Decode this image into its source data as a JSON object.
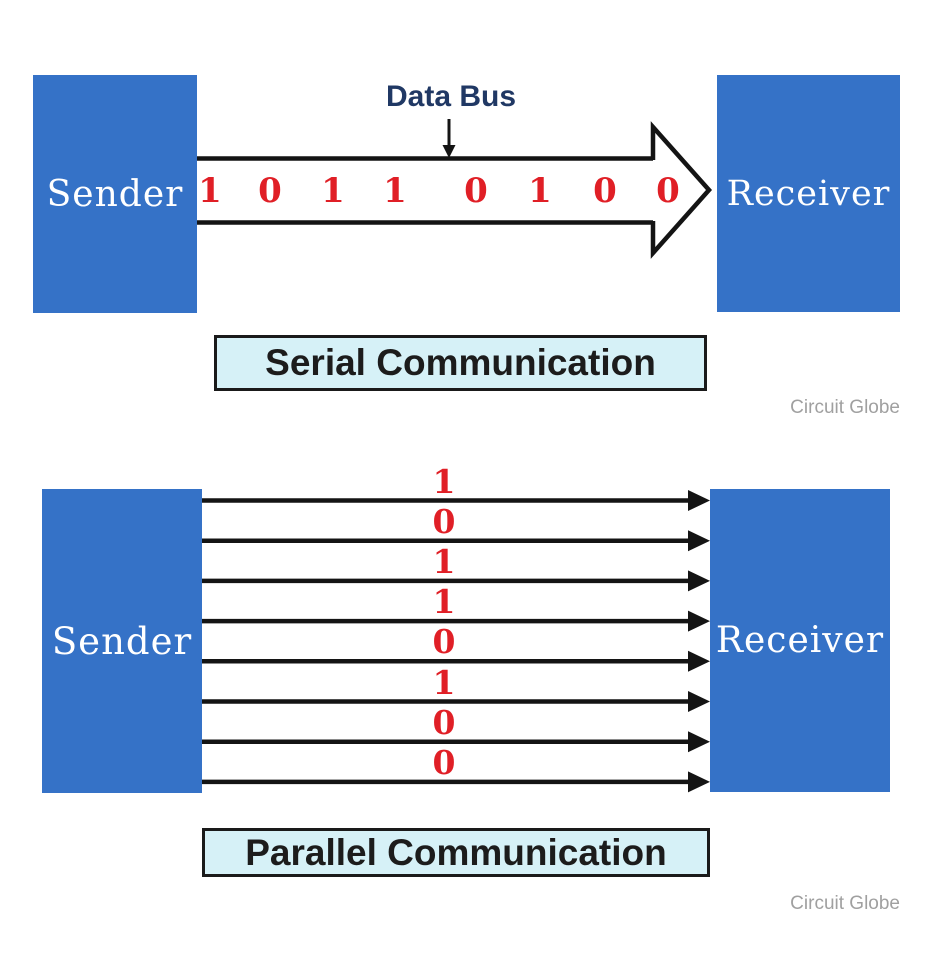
{
  "colors": {
    "box_blue": "#3572c7",
    "bit_red": "#e01f26",
    "navy": "#203864",
    "caption_bg": "#d6f1f7",
    "line": "#141414",
    "watermark_gray": "#a0a0a0"
  },
  "serial": {
    "sender": "Sender",
    "receiver": "Receiver",
    "bus_label": "Data Bus",
    "bits": [
      "1",
      "0",
      "1",
      "1",
      "0",
      "1",
      "0",
      "0"
    ],
    "caption": "Serial Communication",
    "watermark": "Circuit Globe"
  },
  "parallel": {
    "sender": "Sender",
    "receiver": "Receiver",
    "bits": [
      "1",
      "0",
      "1",
      "1",
      "0",
      "1",
      "0",
      "0"
    ],
    "caption": "Parallel Communication",
    "watermark": "Circuit Globe"
  }
}
